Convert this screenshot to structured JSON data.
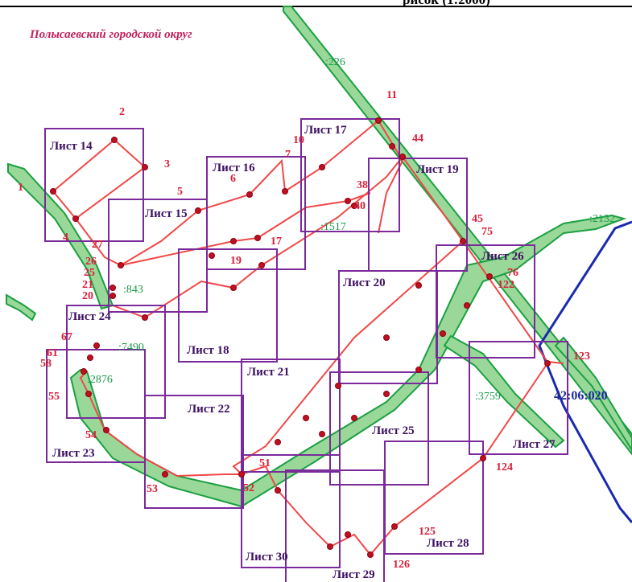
{
  "header": {
    "title": "рисок (1:2000)"
  },
  "region": {
    "name": "Полысаевский городской округ"
  },
  "cadastral_district": {
    "label": "42:06:020"
  },
  "colors": {
    "sheet_frame": "#7a2a9a",
    "route_line": "#f04848",
    "route_point": "#c01020",
    "road_fill": "#9ad89a",
    "road_stroke": "#1aa040",
    "boundary": "#1a2ab0"
  },
  "sheets": [
    {
      "label": "Лист 14"
    },
    {
      "label": "Лист 15"
    },
    {
      "label": "Лист 16"
    },
    {
      "label": "Лист 17"
    },
    {
      "label": "Лист 18"
    },
    {
      "label": "Лист 19"
    },
    {
      "label": "Лист 20"
    },
    {
      "label": "Лист 21"
    },
    {
      "label": "Лист 22"
    },
    {
      "label": "Лист 23"
    },
    {
      "label": "Лист 24"
    },
    {
      "label": "Лист 25"
    },
    {
      "label": "Лист 26"
    },
    {
      "label": "Лист 27"
    },
    {
      "label": "Лист 28"
    },
    {
      "label": "Лист 29"
    },
    {
      "label": "Лист 30"
    }
  ],
  "point_labels": [
    "1",
    "2",
    "3",
    "4",
    "5",
    "6",
    "7",
    "10",
    "11",
    "17",
    "19",
    "20",
    "21",
    "25",
    "26",
    "27",
    "38",
    "40",
    "44",
    "45",
    "51",
    "52",
    "53",
    "54",
    "55",
    "58",
    "61",
    "67",
    "75",
    "76",
    "122",
    "123",
    "124",
    "125",
    "126"
  ],
  "parcel_labels": [
    ":226",
    ":1517",
    ":843",
    ":7490",
    ":2876",
    ":3759",
    ":2132"
  ]
}
